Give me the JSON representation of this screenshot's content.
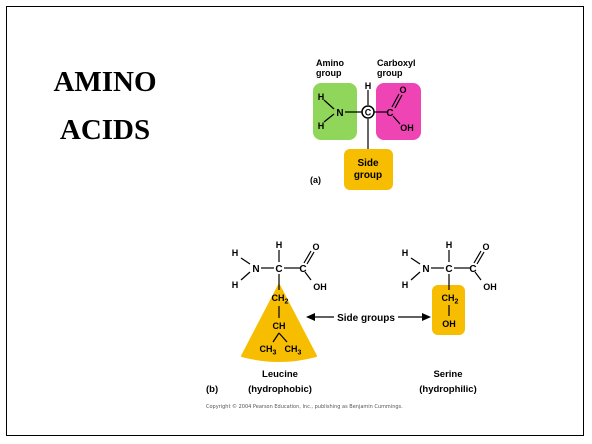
{
  "slide": {
    "title_line1": "AMINO",
    "title_line2": "ACIDS"
  },
  "diagram": {
    "panel_a": {
      "label": "(a)",
      "amino_label_1": "Amino",
      "amino_label_2": "group",
      "carboxyl_label_1": "Carboxyl",
      "carboxyl_label_2": "group",
      "side_label_1": "Side",
      "side_label_2": "group",
      "atom_H": "H",
      "atom_N": "N",
      "atom_C": "C",
      "atom_O": "O",
      "atom_OH": "OH"
    },
    "panel_b": {
      "label": "(b)",
      "side_groups_label": "Side groups",
      "leucine_name": "Leucine",
      "leucine_property": "(hydrophobic)",
      "serine_name": "Serine",
      "serine_property": "(hydrophilic)",
      "atom_H": "H",
      "atom_N": "N",
      "atom_C": "C",
      "atom_O": "O",
      "atom_OH": "OH",
      "atom_CH2": "CH2",
      "atom_CH": "CH",
      "atom_CH3": "CH3"
    },
    "colors": {
      "amino_green": "#8fd65a",
      "carboxyl_pink": "#ee44b4",
      "side_yellow": "#f7bd00"
    }
  },
  "footer": {
    "copyright": "Copyright © 2004 Pearson Education, Inc., publishing as Benjamin Cummings."
  }
}
